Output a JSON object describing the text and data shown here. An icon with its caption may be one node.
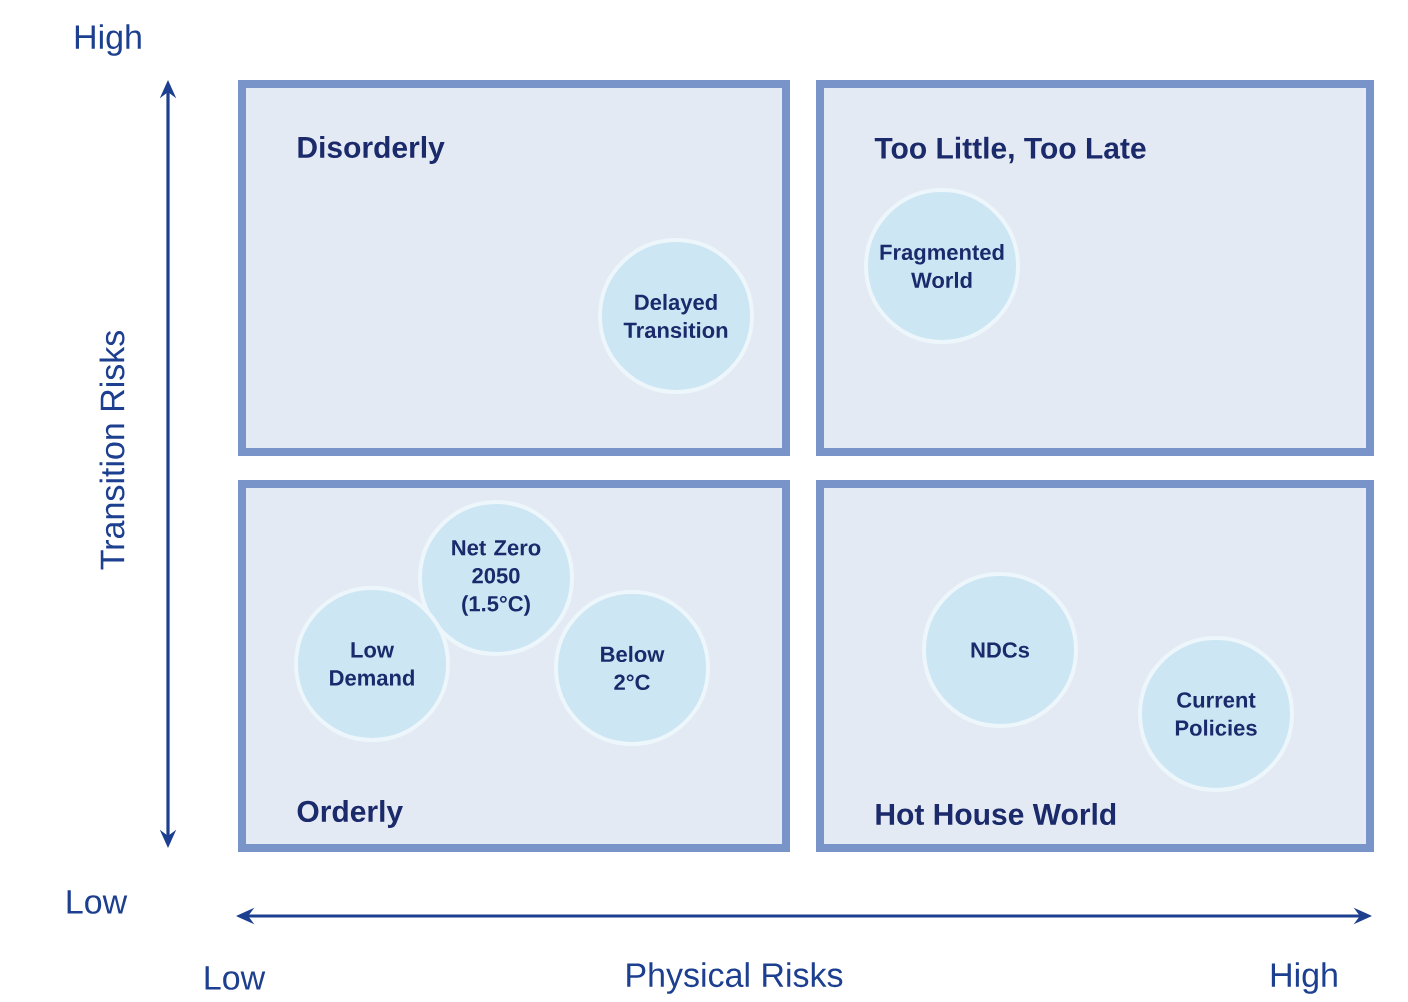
{
  "diagram": {
    "nodes": [
      {
        "text": [
          "Disorderly"
        ]
      },
      {
        "text": [
          "Delayed Transition"
        ],
        "in": 0
      },
      {
        "text": [
          "Too Little, Too Late"
        ]
      },
      {
        "text": [
          "Fragmented World"
        ],
        "in": 2
      },
      {
        "text": [
          "Orderly"
        ]
      },
      {
        "text": [
          "Net Zero 2050 (1.5°C)"
        ],
        "in": 4
      },
      {
        "text": [
          "Low Demand"
        ],
        "in": 4
      },
      {
        "text": [
          "Below 2°C"
        ],
        "in": 4
      },
      {
        "text": [
          "Hot House World"
        ]
      },
      {
        "text": [
          "NDCs"
        ],
        "in": 8
      },
      {
        "text": [
          "Current Policies"
        ],
        "in": 8
      }
    ],
    "labels": [
      "High",
      "Transition Risks",
      "Low",
      "Low",
      "Physical Risks",
      "High"
    ]
  }
}
